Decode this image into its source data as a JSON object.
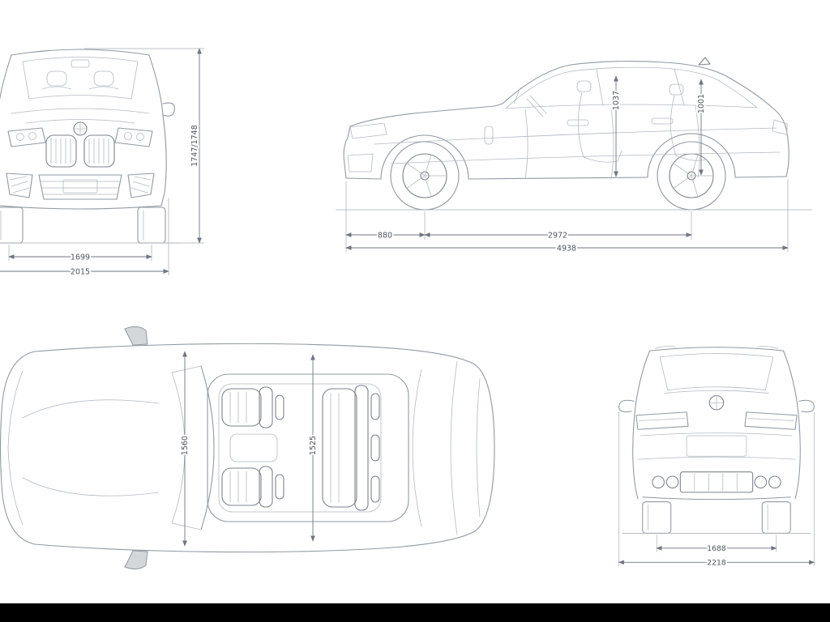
{
  "document": {
    "type": "vehicle-dimensions-blueprint",
    "background": "#ffffff",
    "footer_bar_color": "#000000"
  },
  "colors": {
    "body_line": "#9299a2",
    "detail_line": "#b4b9c0",
    "dim_line": "#70767f",
    "dim_text": "#4e545c"
  },
  "views": {
    "front": {
      "name": "front-view",
      "height_mm": "1747/1748",
      "track_width_mm": "1699",
      "body_width_mm": "2015"
    },
    "side": {
      "name": "side-view",
      "front_overhang_mm": "880",
      "wheelbase_mm": "2972",
      "overall_length_mm": "4938",
      "front_cabin_height_mm": "1037",
      "rear_cabin_height_mm": "1001"
    },
    "top": {
      "name": "top-view",
      "front_interior_width_mm": "1560",
      "rear_interior_width_mm": "1525"
    },
    "rear": {
      "name": "rear-view",
      "rear_track_width_mm": "1688",
      "overall_width_mirrors_mm": "2218"
    }
  }
}
